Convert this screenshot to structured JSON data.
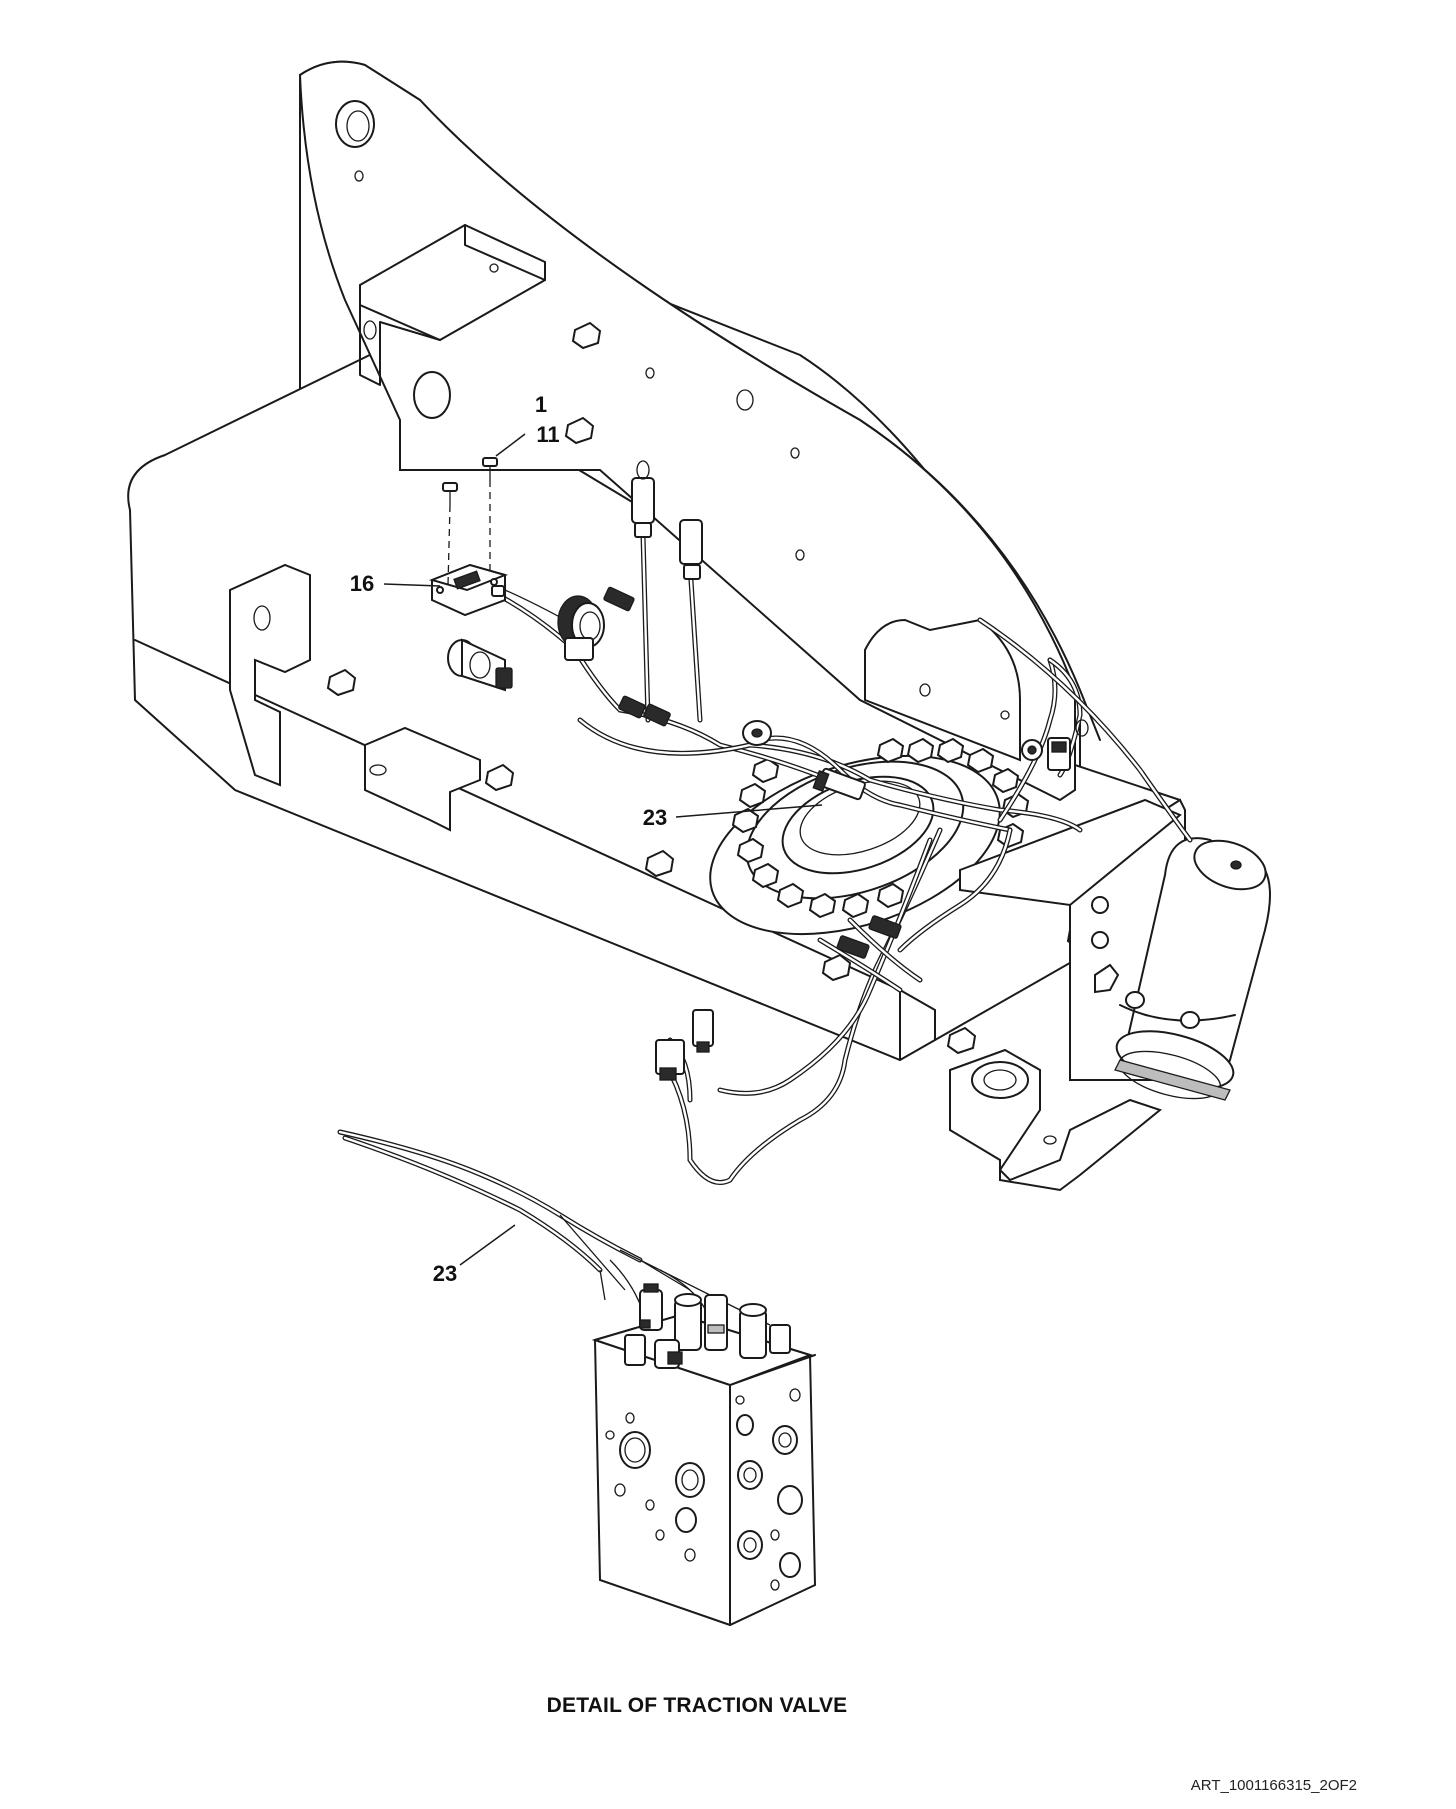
{
  "callouts": {
    "c1": "1",
    "c11": "11",
    "c16": "16",
    "c23_main": "23",
    "c23_detail": "23"
  },
  "detail_caption": "DETAIL OF TRACTION VALVE",
  "art_reference": "ART_1001166315_2OF2"
}
